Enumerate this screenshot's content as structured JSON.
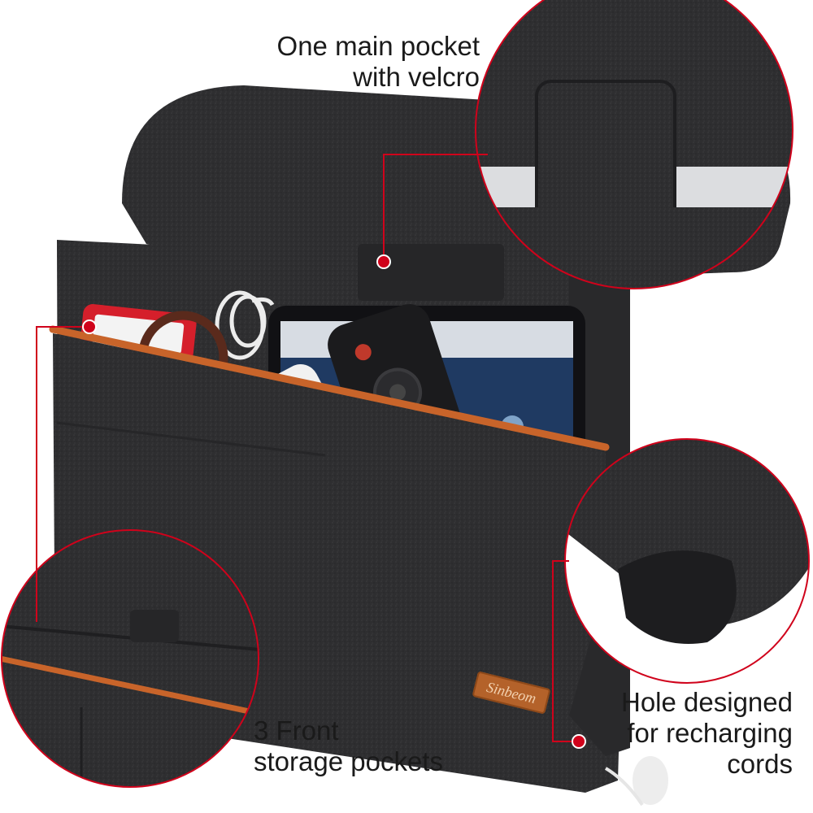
{
  "callouts": {
    "main_pocket": [
      "One main pocket",
      "with velcro"
    ],
    "front_pockets": [
      "3 Front",
      "storage pockets"
    ],
    "hole": [
      "Hole designed",
      "for recharging",
      "cords"
    ]
  },
  "brand": "Sinbeom",
  "colors": {
    "felt": "#2f2f31",
    "trim": "#c8642a",
    "callout_line": "#d0021b"
  }
}
